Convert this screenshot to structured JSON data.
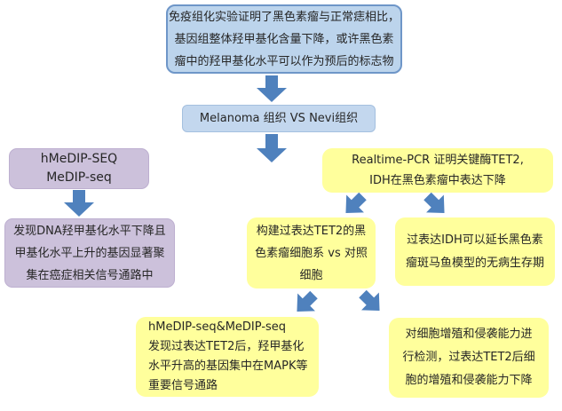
{
  "diagram": {
    "title": "TET2/IDH melanoma hydroxymethylation research flowchart",
    "colors": {
      "blue_box_fill": "#BCD4EC",
      "blue_box_border": "#6E96C8",
      "blue_sub_fill": "#C3D7EE",
      "purple_fill": "#CCC1DB",
      "yellow_fill": "#FFFF9C",
      "arrow_blue": "#4F81BD",
      "text": "#262626"
    },
    "nodes": {
      "immuno": {
        "text": "免疫组化实验证明了黑色素瘤与正常痣相比，\n基因组整体羟甲基化含量下降，或许黑色素\n瘤中的羟甲基化水平可以作为预后的标志物"
      },
      "tissue": {
        "text": "Melanoma 组织 VS Nevi组织"
      },
      "seq_methods": {
        "text": "hMeDIP-SEQ\nMeDIP-seq"
      },
      "seq_finding": {
        "text": "发现DNA羟甲基化水平下降且\n甲基化水平上升的基因显著聚\n集在癌症相关信号通路中"
      },
      "realtime_pcr": {
        "text": "Realtime-PCR 证明关键酶TET2,\nIDH在黑色素瘤中表达下降"
      },
      "tet2_cells": {
        "text": "构建过表达TET2的黑\n色素瘤细胞系 vs 对照\n细胞"
      },
      "idh_zebrafish": {
        "text": "过表达IDH可以延长黑色素\n瘤斑马鱼模型的无病生存期"
      },
      "mapk_finding": {
        "text": "hMeDIP-seq&MeDIP-seq\n发现过表达TET2后，羟甲基化\n水平升高的基因集中在MAPK等\n重要信号通路"
      },
      "proliferation": {
        "text": "对细胞增殖和侵袭能力进\n行检测，过表达TET2后细\n胞的增殖和侵袭能力下降"
      }
    },
    "arrows": [
      {
        "from": "immuno",
        "to": "tissue",
        "direction": "down"
      },
      {
        "from": "tissue",
        "to": "lower-flow",
        "direction": "down"
      },
      {
        "from": "seq_methods",
        "to": "seq_finding",
        "direction": "down"
      },
      {
        "from": "realtime_pcr",
        "to": "tet2_cells",
        "direction": "down-left"
      },
      {
        "from": "realtime_pcr",
        "to": "idh_zebrafish",
        "direction": "down-right"
      },
      {
        "from": "tet2_cells",
        "to": "mapk_finding",
        "direction": "down-left"
      },
      {
        "from": "tet2_cells",
        "to": "proliferation",
        "direction": "down-right"
      }
    ]
  }
}
